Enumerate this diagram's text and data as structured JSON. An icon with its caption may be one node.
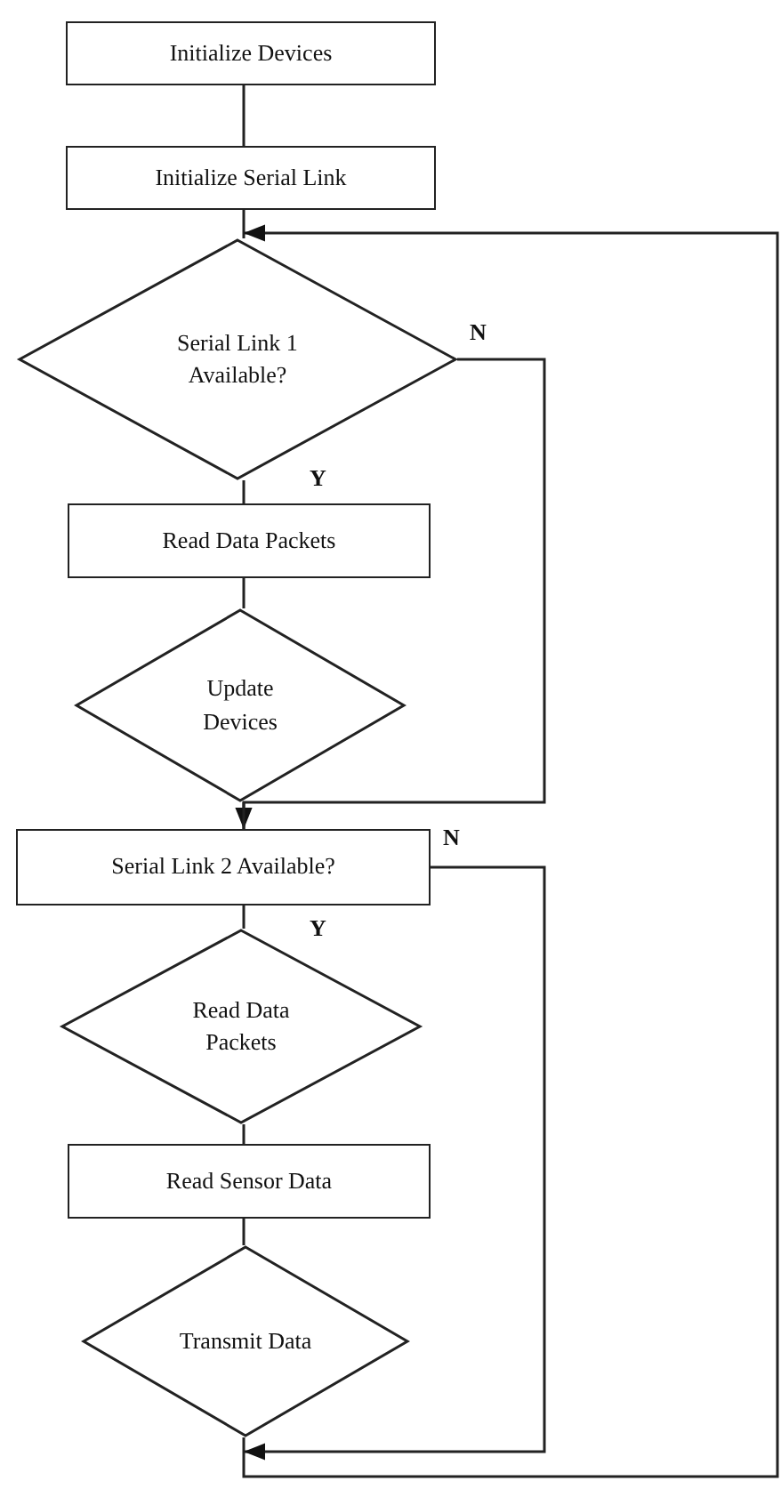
{
  "diagram": {
    "nodes": [
      {
        "text": [
          "Initialize Devices"
        ]
      },
      {
        "text": [
          "Initialize Serial Link"
        ]
      },
      {
        "text": [
          "Serial Link 1 Available?"
        ]
      },
      {
        "text": [
          "Read Data Packets"
        ]
      },
      {
        "text": [
          "Update Devices"
        ]
      },
      {
        "text": [
          "Serial Link 2 Available?"
        ]
      },
      {
        "text": [
          "Read Data Packets"
        ]
      },
      {
        "text": [
          "Read Sensor Data"
        ]
      },
      {
        "text": [
          "Transmit Data"
        ]
      }
    ],
    "edges": [
      {
        "from": 0,
        "to": 1,
        "arrow": "none"
      },
      {
        "from": 1,
        "to": 2,
        "arrow": "none"
      },
      {
        "from": 2,
        "to": 3,
        "arrow": "none",
        "label": "Y"
      },
      {
        "from": 2,
        "to": 5,
        "arrow": "to",
        "label": "N"
      },
      {
        "from": 3,
        "to": 4,
        "arrow": "none"
      },
      {
        "from": 4,
        "to": 5,
        "arrow": "none"
      },
      {
        "from": 5,
        "to": 6,
        "arrow": "none",
        "label": "Y"
      },
      {
        "from": 5,
        "to": 2,
        "arrow": "to",
        "label": "N"
      },
      {
        "from": 6,
        "to": 7,
        "arrow": "none"
      },
      {
        "from": 7,
        "to": 8,
        "arrow": "none"
      },
      {
        "from": 8,
        "to": 2,
        "arrow": "to"
      }
    ]
  }
}
